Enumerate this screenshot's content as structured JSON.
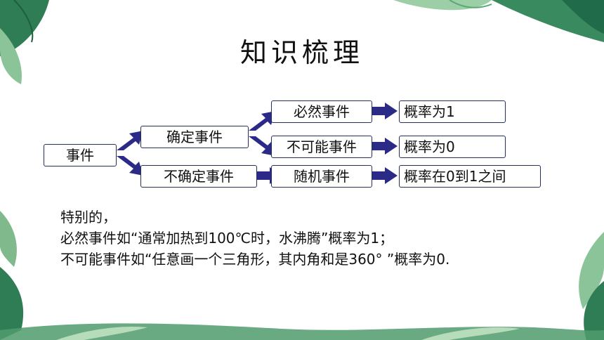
{
  "title": "知识梳理",
  "diagram": {
    "root": "事件",
    "branches": [
      {
        "label": "确定事件",
        "children": [
          {
            "label": "必然事件",
            "result": "概率为1"
          },
          {
            "label": "不可能事件",
            "result": "概率为0"
          }
        ]
      },
      {
        "label": "不确定事件",
        "children": [
          {
            "label": "随机事件",
            "result": "概率在0到1之间"
          }
        ]
      }
    ]
  },
  "notes": {
    "heading": "特别的，",
    "line1": "必然事件如“通常加热到100℃时，水沸腾”概率为1；",
    "line2": "不可能事件如“任意画一个三角形，其内角和是360° ”概率为0."
  },
  "colors": {
    "arrow": "#2b2a87",
    "box_border": "#26305a",
    "leaf_dark": "#1f6b4a",
    "leaf_light": "#7fb98c"
  }
}
